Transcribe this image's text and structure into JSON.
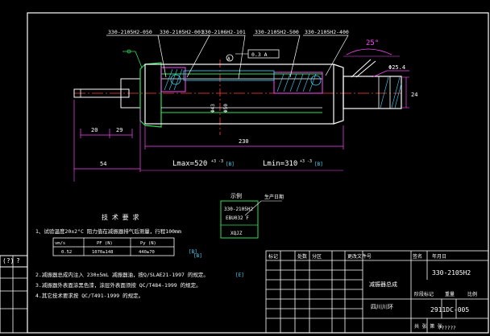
{
  "colors": {
    "background": "#000000",
    "outline": "#ffffff",
    "part": "#2fe05a",
    "centerline": "#ff4040",
    "dimension": "#ff48ff",
    "hatch": "#3fd7ff",
    "frame": "#ffffff"
  },
  "callouts": {
    "c1": "330-2105H2-050",
    "c2": "330-2105H2-001",
    "c3": "330-2106H2-101",
    "c4": "330-2105H2-500",
    "c5": "330-2105H2-400"
  },
  "dims": {
    "angle": "25°",
    "dia": "Φ25.4",
    "tol_flat": "0.3 A",
    "datum": "A",
    "d20": "20",
    "d29": "29",
    "d230": "230",
    "d54": "54",
    "d24": "24",
    "lmax": "Lmax=520",
    "lmax_tol": "+3\n-3",
    "lmin": "Lmin=310",
    "lmin_tol": "+3\n-3",
    "bracket1": "[B]",
    "bracket2": "[B]",
    "bracket3": "[B]",
    "bracket4": "[B]"
  },
  "stamp": {
    "title": "示例",
    "code": "330-2105H2",
    "line2": "EBU032 F",
    "line3": "XQJZ",
    "note": "生产日期"
  },
  "tech": {
    "title": "技 术 要 求",
    "r1": "1、试验温度20±2°C    阻力值在减振器排气后测量，行程100mm",
    "table_header": [
      "vm/s",
      "PF (N)",
      "Py (N)"
    ],
    "table_row": [
      "0.52",
      "1070±148",
      "440±70"
    ],
    "r2": "2.减振器总成内注入 230±5mL 减振器油，按Q/SLAE21-1997 的规定。",
    "r3": "3.减振器外表面涂黑色漆，涂层外表面须按 QC/T484-1999 的规定。",
    "r4": "4.其它技术要求按 QC/T491-1999 的规定。",
    "r2_mark": "[E]"
  },
  "titleblock": {
    "h1": "标记",
    "h2": "处数",
    "h3": "分区",
    "h4": "更改文件号",
    "h5": "签名",
    "h6": "年月日",
    "name": "减振器总成",
    "code": "330-2105H2",
    "stage": "阶段标记",
    "weight": "重量",
    "scale": "比例",
    "company": "四川川环",
    "drawing_no": "2911DC-005",
    "page": "共 张 第 张",
    "sub": "??????"
  },
  "left_strip": {
    "row1": "(?)",
    "row2": "?"
  }
}
